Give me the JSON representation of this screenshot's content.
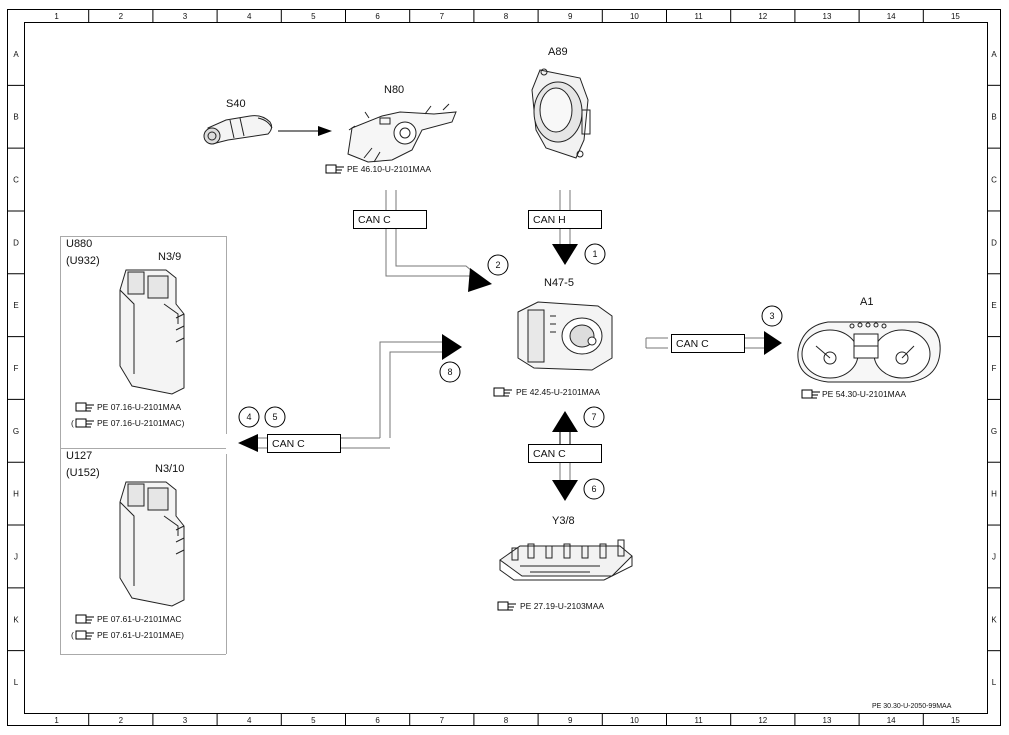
{
  "columns": [
    "1",
    "2",
    "3",
    "4",
    "5",
    "6",
    "7",
    "8",
    "9",
    "10",
    "11",
    "12",
    "13",
    "14",
    "15"
  ],
  "rows": [
    "A",
    "B",
    "C",
    "D",
    "E",
    "F",
    "G",
    "H",
    "J",
    "K",
    "L"
  ],
  "components": {
    "s40": "S40",
    "n80": "N80",
    "a89": "A89",
    "n47": "N47-5",
    "a1": "A1",
    "y38": "Y3/8",
    "n39": "N3/9",
    "n310": "N3/10",
    "u880": "U880",
    "u932": "(U932)",
    "u127": "U127",
    "u152": "(U152)"
  },
  "refs": {
    "n80": "PE 46.10-U-2101MAA",
    "n47": "PE 42.45-U-2101MAA",
    "a1": "PE 54.30-U-2101MAA",
    "y38": "PE 27.19-U-2103MAA",
    "n39_a": "PE 07.16-U-2101MAA",
    "n39_b": "PE 07.16-U-2101MAC)",
    "n310_a": "PE 07.61-U-2101MAC",
    "n310_b": "PE 07.61-U-2101MAE)"
  },
  "open_paren": "(",
  "buses": {
    "left_top": "CAN C",
    "top_mid": "CAN H",
    "right": "CAN C",
    "left_mid": "CAN C",
    "bottom": "CAN C"
  },
  "markers": [
    "1",
    "2",
    "3",
    "4",
    "5",
    "6",
    "7",
    "8"
  ],
  "footer": "PE 30.30-U-2050-99MAA"
}
